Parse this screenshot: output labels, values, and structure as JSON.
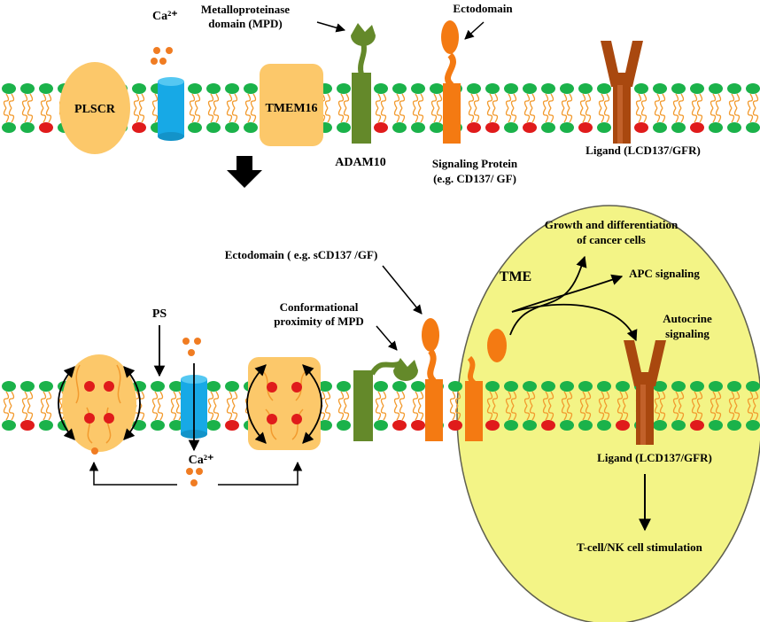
{
  "colors": {
    "lipid_head_green": "#1bb24a",
    "lipid_head_red": "#e01b1b",
    "lipid_tail": "#f29a2e",
    "scramblase": "#fcc86a",
    "channel": "#17a9e6",
    "adam10": "#64892a",
    "signaling_protein": "#f47a12",
    "ligand": "#a9480f",
    "ligand_light": "#c2612a",
    "tme_fill": "#f3f486",
    "tme_stroke": "#5f5f50",
    "calcium": "#f07c22",
    "arrow": "#000000"
  },
  "top": {
    "ca_label": "Ca²⁺",
    "plscr_label": "PLSCR",
    "tmem16_label": "TMEM16",
    "mpd_label_line1": "Metalloproteinase",
    "mpd_label_line2": "domain (MPD)",
    "ectodomain_label": "Ectodomain",
    "adam10_label": "ADAM10",
    "signaling_label_line1": "Signaling Protein",
    "signaling_label_line2": "(e.g. CD137/ GF)",
    "ligand_label": "Ligand (LCD137/GFR)"
  },
  "bottom": {
    "ectodomain_label": "Ectodomain ( e.g. sCD137 /GF)",
    "conformational_line1": "Conformational",
    "conformational_line2": "proximity of MPD",
    "ps_label": "PS",
    "ca_label": "Ca²⁺",
    "tme_label": "TME",
    "growth_line1": "Growth and differentiation",
    "growth_line2": "of cancer cells",
    "apc_label": "APC signaling",
    "autocrine_line1": "Autocrine",
    "autocrine_line2": "signaling",
    "ligand_label": "Ligand (LCD137/GFR)",
    "tcell_label": "T-cell/NK cell stimulation"
  }
}
